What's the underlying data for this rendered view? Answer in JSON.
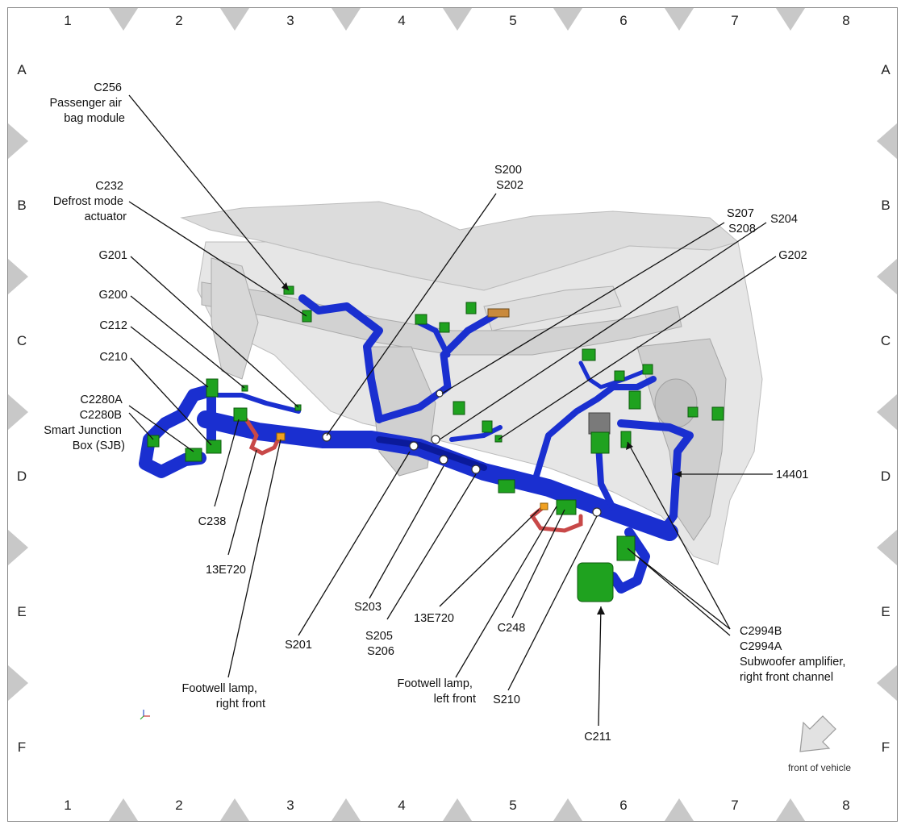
{
  "grid": {
    "columns": [
      "1",
      "2",
      "3",
      "4",
      "5",
      "6",
      "7",
      "8"
    ],
    "rows": [
      "A",
      "B",
      "C",
      "D",
      "E",
      "F"
    ]
  },
  "callouts": {
    "c256": [
      "C256",
      "Passenger air",
      "bag module"
    ],
    "c232": [
      "C232",
      "Defrost mode",
      "actuator"
    ],
    "g201": [
      "G201"
    ],
    "g200": [
      "G200"
    ],
    "c212": [
      "C212"
    ],
    "c210": [
      "C210"
    ],
    "c2280": [
      "C2280A",
      "C2280B",
      "Smart Junction",
      "Box (SJB)"
    ],
    "c238": [
      "C238"
    ],
    "e720_right": [
      "13E720"
    ],
    "footwell_right": [
      "Footwell lamp,",
      "right front"
    ],
    "s201": [
      "S201"
    ],
    "s203": [
      "S203"
    ],
    "s205": [
      "S205",
      "S206"
    ],
    "e720_left": [
      "13E720"
    ],
    "footwell_left": [
      "Footwell lamp,",
      "left front"
    ],
    "c248": [
      "C248"
    ],
    "s210": [
      "S210"
    ],
    "c211": [
      "C211"
    ],
    "s200": [
      "S200",
      "S202"
    ],
    "s207": [
      "S207",
      "S208"
    ],
    "s204": [
      "S204"
    ],
    "g202": [
      "G202"
    ],
    "h14401": [
      "14401"
    ],
    "c2994": [
      "C2994B",
      "C2994A",
      "Subwoofer amplifier,",
      "right front channel"
    ]
  },
  "front_of_vehicle": "front of vehicle",
  "colors": {
    "harness": "#1a2fd0",
    "connector": "#1fa21f",
    "lamp_wire": "#c84848",
    "dash_body": "#d4d4d4",
    "grid_marker": "#c8c8c8"
  }
}
